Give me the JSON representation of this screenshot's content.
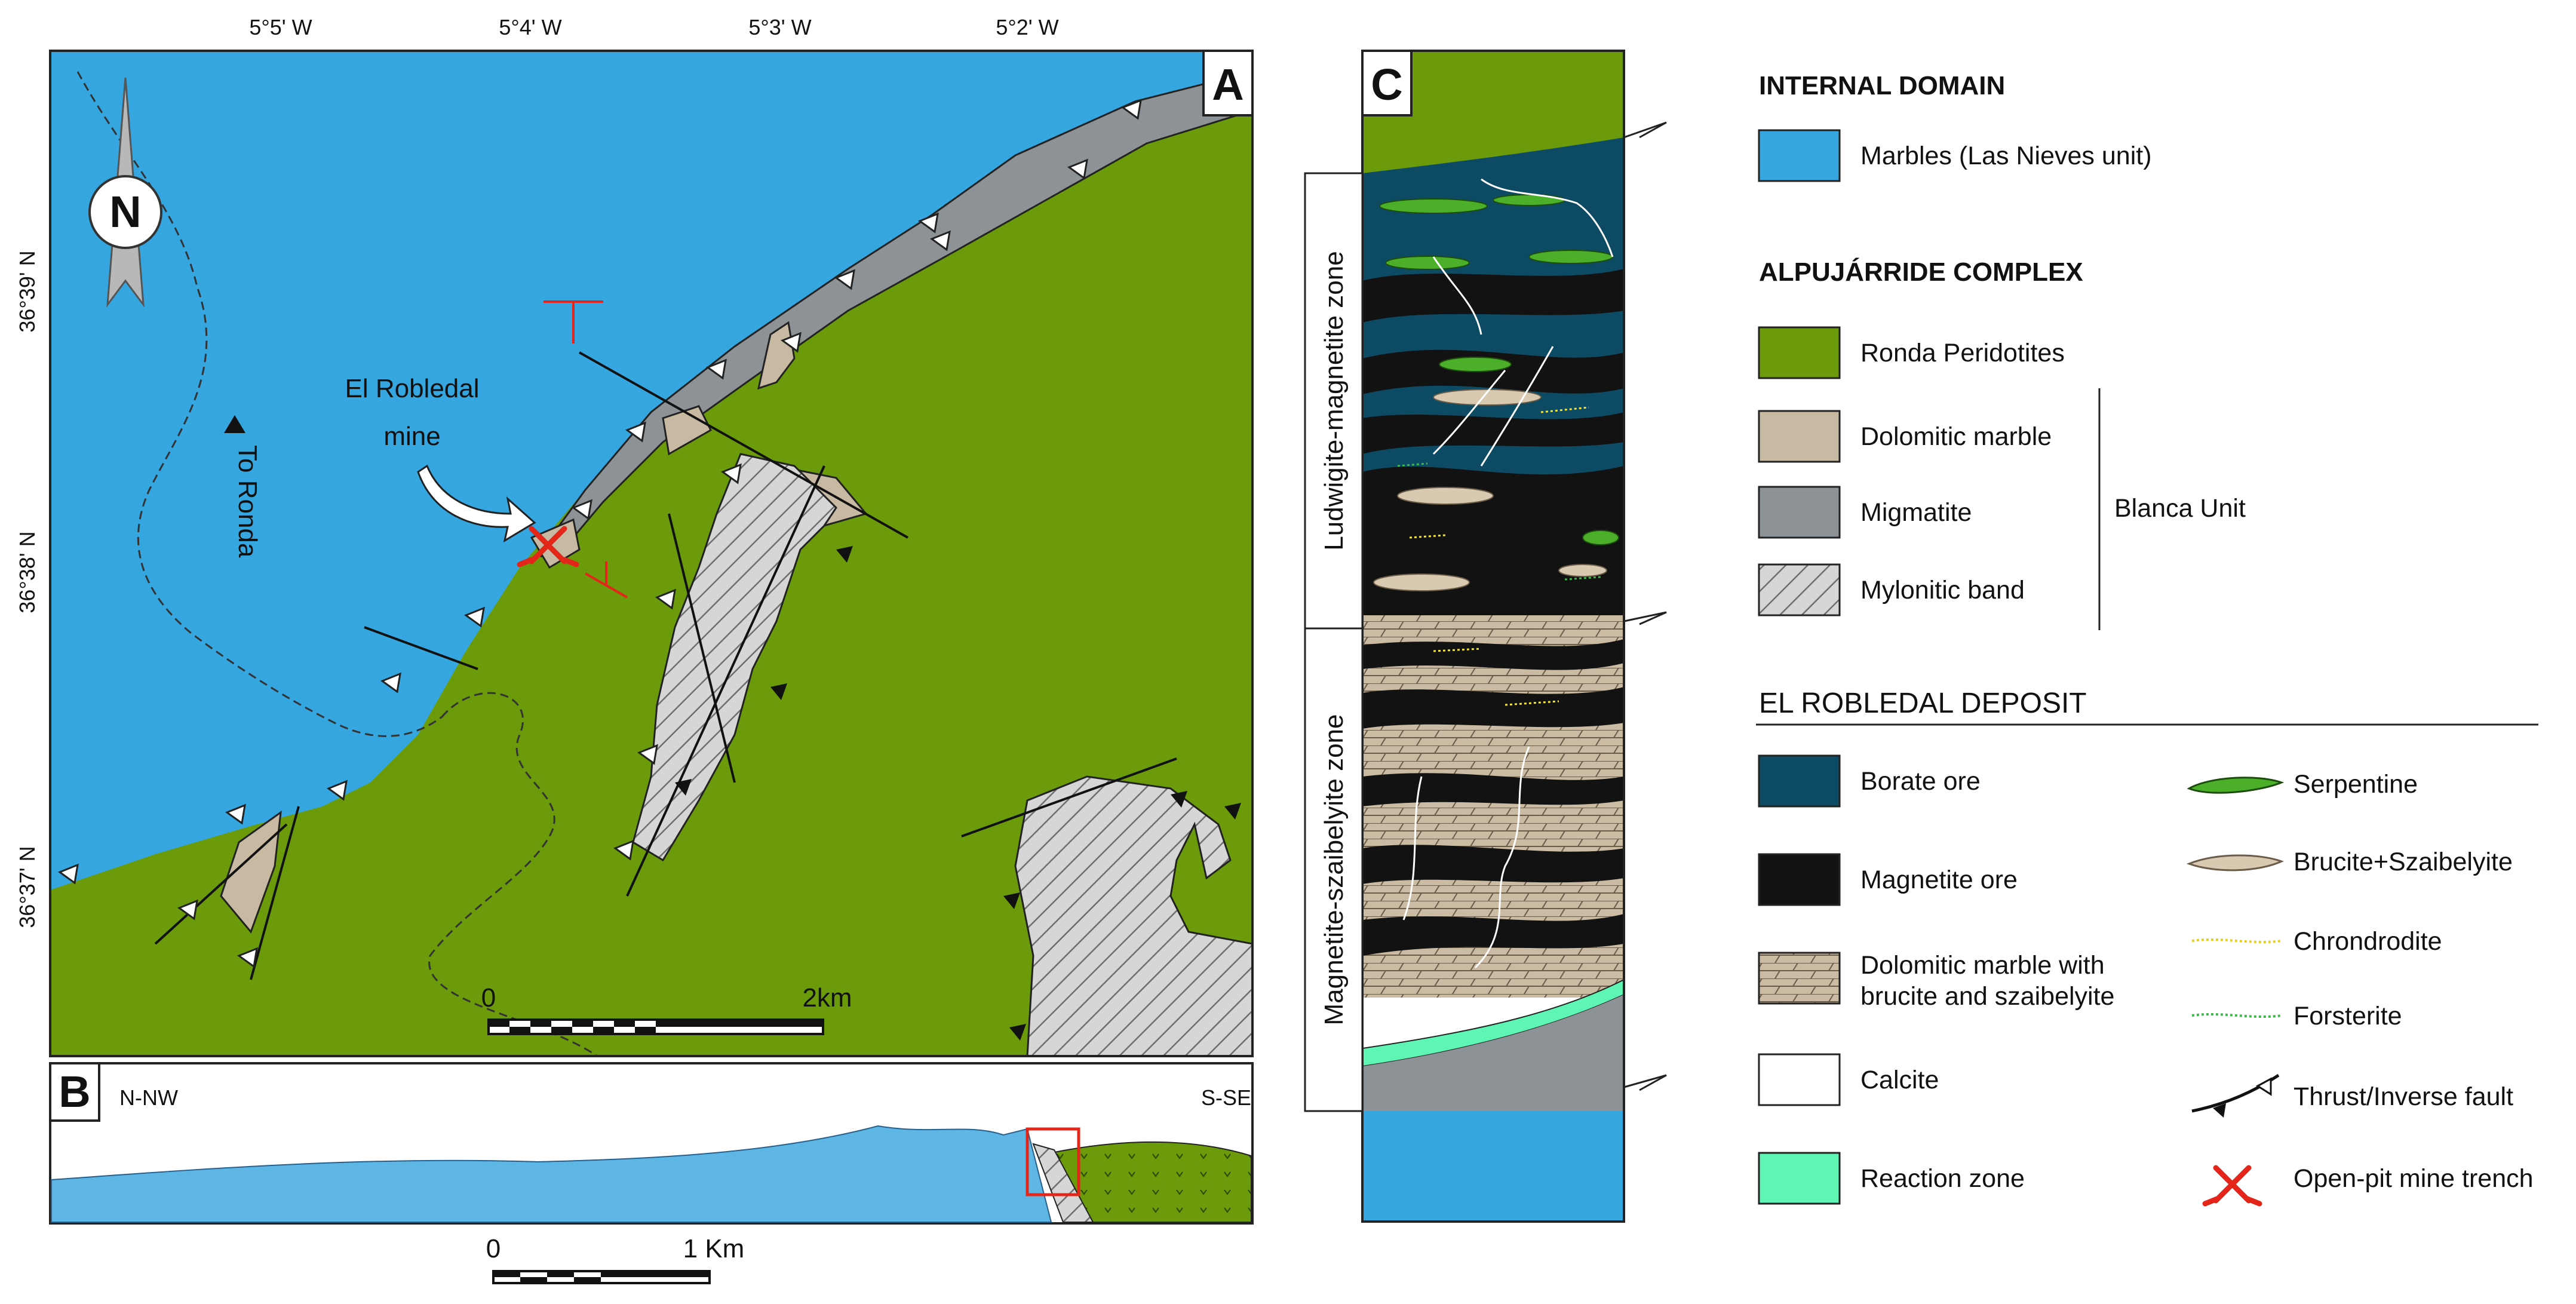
{
  "panels": {
    "a": "A",
    "b": "B",
    "c": "C"
  },
  "map": {
    "lon_labels": [
      "5°5' W",
      "5°4' W",
      "5°3' W",
      "5°2' W"
    ],
    "lat_labels": [
      "36°39' N",
      "36°38' N",
      "36°37' N"
    ],
    "north_label": "N",
    "to_ronda": "To Ronda",
    "mine_label_line1": "El Robledal",
    "mine_label_line2": "mine",
    "scale": {
      "start": "0",
      "end": "2km"
    }
  },
  "cross_section": {
    "left": "N-NW",
    "right": "S-SE",
    "scale": {
      "start": "0",
      "end": "1 Km"
    }
  },
  "column": {
    "upper_zone": "Ludwigite-magnetite zone",
    "lower_zone": "Magnetite-szaibelyite zone"
  },
  "legend": {
    "internal_domain": "INTERNAL DOMAIN",
    "marbles": "Marbles (Las Nieves unit)",
    "alpujarride": "ALPUJÁRRIDE COMPLEX",
    "ronda": "Ronda Peridotites",
    "dolomitic": "Dolomitic marble",
    "migmatite": "Migmatite",
    "mylonitic": "Mylonitic band",
    "blanca": "Blanca Unit",
    "deposit": "EL ROBLEDAL DEPOSIT",
    "borate": "Borate ore",
    "magnetite": "Magnetite ore",
    "dolo_brucite_1": "Dolomitic marble with",
    "dolo_brucite_2": "brucite and szaibelyite",
    "calcite": "Calcite",
    "reaction": "Reaction zone",
    "serpentine": "Serpentine",
    "brucite": "Brucite+Szaibelyite",
    "chondrodite": "Chrondrodite",
    "forsterite": "Forsterite",
    "thrust": "Thrust/Inverse fault",
    "openpit": "Open-pit mine trench"
  },
  "colors": {
    "marble_blue": "#35a6e0",
    "peridotite_green": "#6b9a0a",
    "dolomitic_tan": "#c8b9a3",
    "migmatite_grey": "#8c9296",
    "borate_navy": "#0d4a63",
    "magnetite_black": "#121212",
    "reaction_green": "#5ff5b5",
    "mine_red": "#e32619"
  }
}
